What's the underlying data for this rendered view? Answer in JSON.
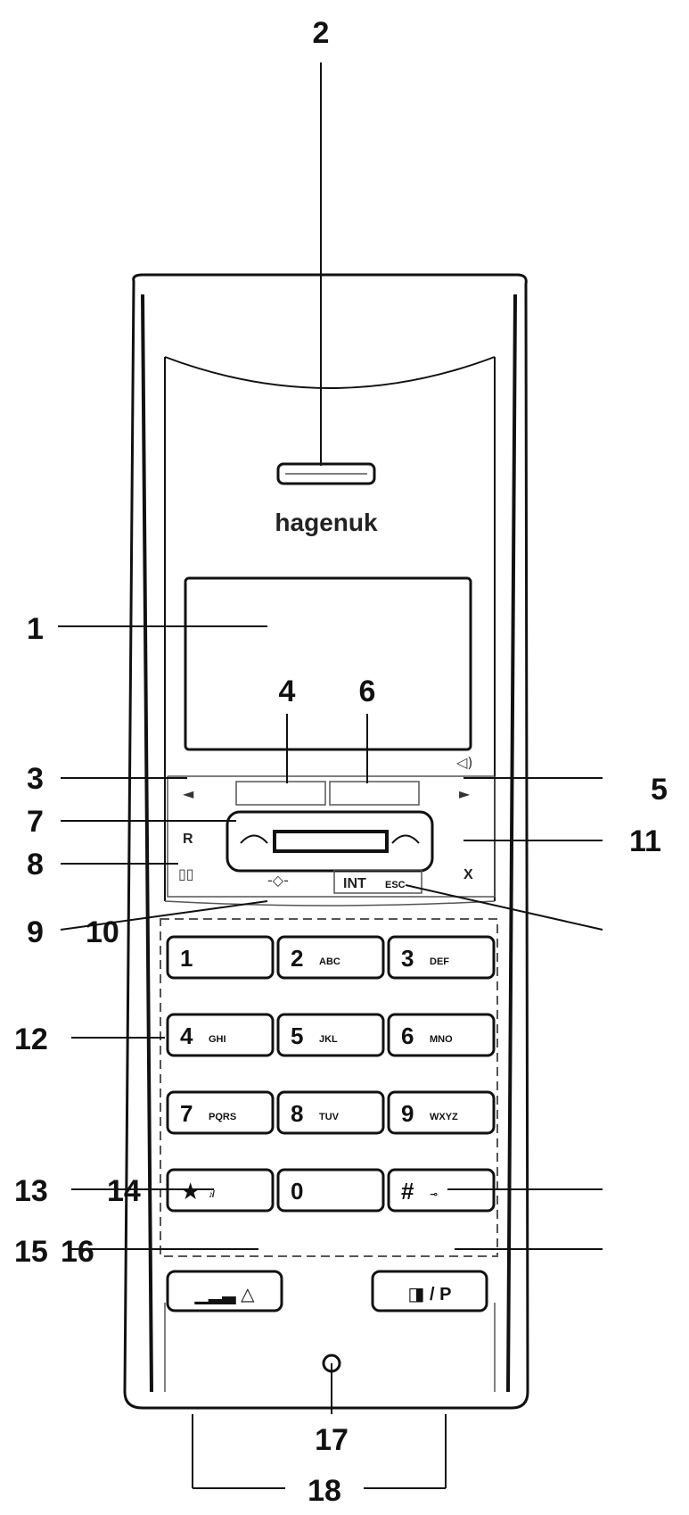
{
  "brand": "hagenuk",
  "callouts": [
    {
      "id": "1",
      "label": "1"
    },
    {
      "id": "2",
      "label": "2"
    },
    {
      "id": "3",
      "label": "3"
    },
    {
      "id": "4",
      "label": "4"
    },
    {
      "id": "5",
      "label": "5"
    },
    {
      "id": "6",
      "label": "6"
    },
    {
      "id": "7",
      "label": "7"
    },
    {
      "id": "8",
      "label": "8"
    },
    {
      "id": "9",
      "label": "9"
    },
    {
      "id": "10",
      "label": "10"
    },
    {
      "id": "11",
      "label": "11"
    },
    {
      "id": "12",
      "label": "12"
    },
    {
      "id": "13",
      "label": "13"
    },
    {
      "id": "14",
      "label": "14"
    },
    {
      "id": "15",
      "label": "15"
    },
    {
      "id": "16",
      "label": "16"
    },
    {
      "id": "17",
      "label": "17"
    },
    {
      "id": "18",
      "label": "18"
    }
  ],
  "keypad": [
    {
      "num": "1",
      "sub": ""
    },
    {
      "num": "2",
      "sub": "ABC"
    },
    {
      "num": "3",
      "sub": "DEF"
    },
    {
      "num": "4",
      "sub": "GHI"
    },
    {
      "num": "5",
      "sub": "JKL"
    },
    {
      "num": "6",
      "sub": "MNO"
    },
    {
      "num": "7",
      "sub": "PQRS"
    },
    {
      "num": "8",
      "sub": "TUV"
    },
    {
      "num": "9",
      "sub": "WXYZ"
    },
    {
      "num": "★",
      "sub": "♪̸"
    },
    {
      "num": "0",
      "sub": ""
    },
    {
      "num": "#",
      "sub": "⊸"
    }
  ],
  "nav": {
    "left_arrow": "◄",
    "right_arrow": "►",
    "r_label": "R",
    "book_icon": "▯▯",
    "x_label": "X",
    "menu_glyph": "-◇-",
    "int_label": "INT",
    "int_sub": "ESC",
    "speaker_icon": "◁)"
  },
  "bottom_keys": {
    "left": "▁▂▃ △",
    "right": "◨ / P"
  },
  "colors": {
    "ink": "#111111",
    "bg": "#ffffff"
  }
}
